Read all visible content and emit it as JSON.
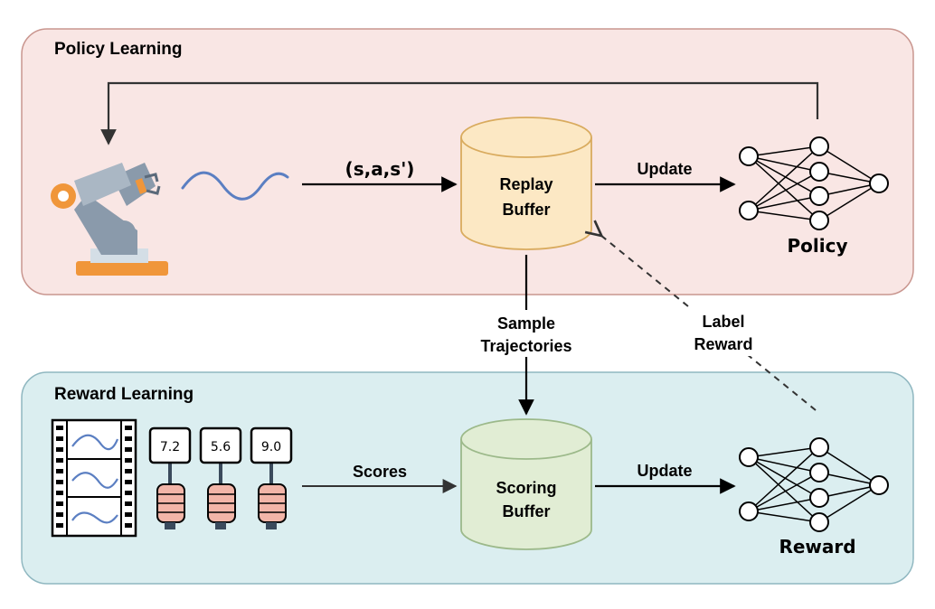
{
  "panels": {
    "policy": {
      "title": "Policy Learning",
      "fill": "#f9e6e4",
      "stroke": "#c9968f"
    },
    "reward": {
      "title": "Reward Learning",
      "fill": "#dbeef0",
      "stroke": "#8fb7c0"
    }
  },
  "replay_buffer": {
    "line1": "Replay",
    "line2": "Buffer",
    "fill": "#fce8c4",
    "stroke": "#d9ab5e"
  },
  "scoring_buffer": {
    "line1": "Scoring",
    "line2": "Buffer",
    "fill": "#e1edd4",
    "stroke": "#9cb98a"
  },
  "labels": {
    "transition": "(s,a,s')",
    "update_policy": "Update",
    "update_reward": "Update",
    "sample_line1": "Sample",
    "sample_line2": "Trajectories",
    "label_reward_line1": "Label",
    "label_reward_line2": "Reward",
    "scores": "Scores"
  },
  "networks": {
    "policy": {
      "name": "Policy"
    },
    "reward": {
      "name": "Reward"
    }
  },
  "scores": [
    "7.2",
    "5.6",
    "9.0"
  ],
  "icons": [
    "robot-arm-icon",
    "trajectory-wave-icon",
    "film-strip-icon",
    "score-card-icon",
    "neural-network-icon"
  ],
  "colors": {
    "robot_orange": "#f0963a",
    "robot_gray": "#8a9aab",
    "wave_blue": "#5b7fc2",
    "hand_skin": "#f2b5a8"
  }
}
